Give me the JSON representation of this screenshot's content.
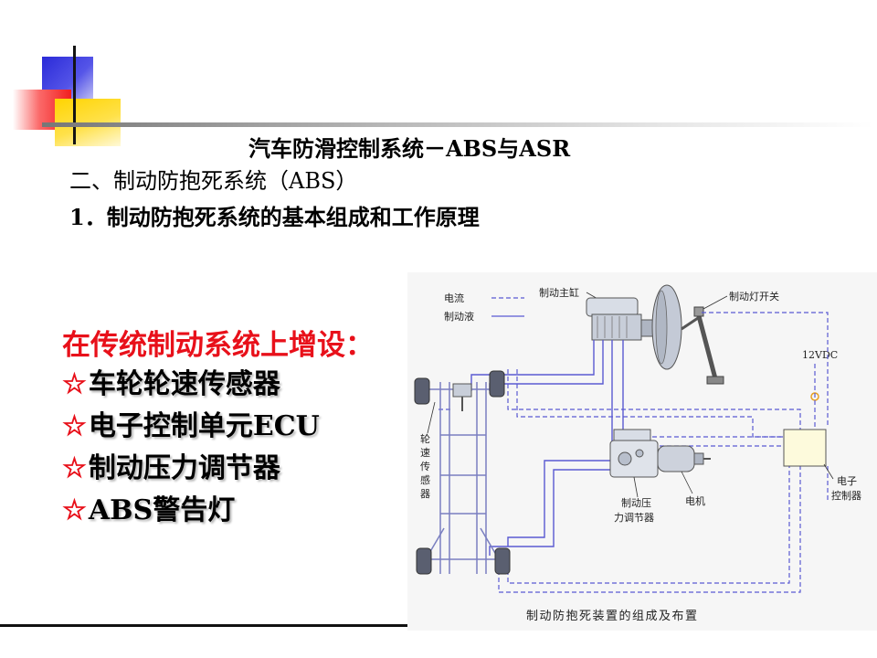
{
  "slide": {
    "title": "汽车防滑控制系统－ABS与ASR",
    "section": "二、制动防抱死系统（ABS）",
    "subsection": "1．制动防抱死系统的基本组成和工作原理",
    "intro": "在传统制动系统上增设：",
    "bullet_marker": "☆",
    "bullets": [
      "车轮轮速传感器",
      "电子控制单元ECU",
      "制动压力调节器",
      "ABS警告灯"
    ]
  },
  "diagram": {
    "legend_current": "电流",
    "legend_fluid": "制动液",
    "label_master_cylinder": "制动主缸",
    "label_brake_light_switch": "制动灯开关",
    "label_voltage": "12VDC",
    "label_wheel_sensor": "轮速传感器",
    "label_ecu_line1": "电子",
    "label_ecu_line2": "控制器",
    "label_modulator_line1": "制动压",
    "label_modulator_line2": "力调节器",
    "label_motor": "电机",
    "caption": "制动防抱死装置的组成及布置"
  },
  "colors": {
    "accent_red": "#e8101a",
    "deco_blue": "#2a2ad8",
    "deco_yellow": "#ffd400",
    "diagram_line": "#5a5ad2"
  }
}
